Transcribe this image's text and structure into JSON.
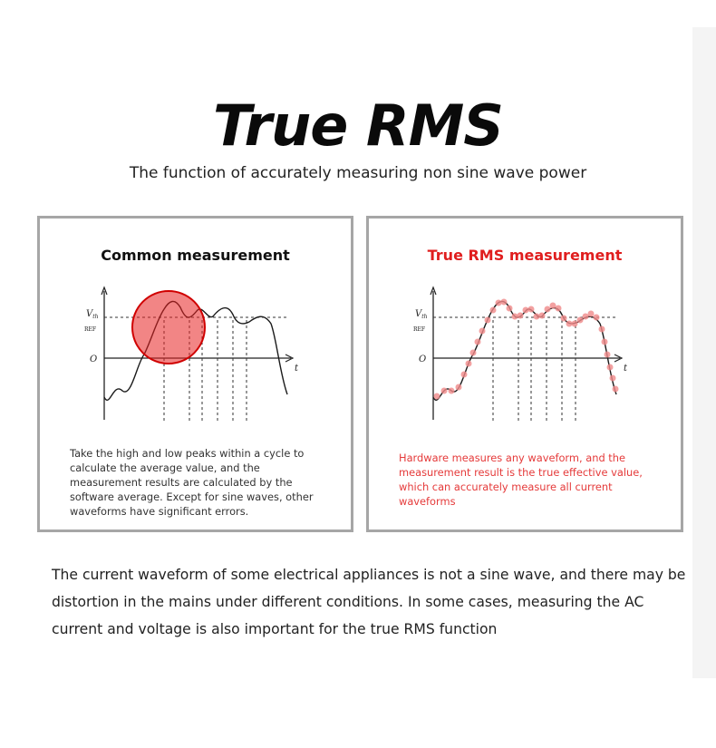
{
  "header": {
    "title": "True RMS",
    "subtitle": "The function of accurately measuring non sine wave power"
  },
  "panels": [
    {
      "title": "Common measurement",
      "description": "Take the high and low peaks within a cycle to calculate the average value, and the measurement results are calculated by the software average. Except for sine waves, other waveforms have significant errors.",
      "axis_labels": {
        "v": "V",
        "v_sub": "th",
        "ref": "REF",
        "origin": "O",
        "t": "t"
      },
      "highlight_color": "#e82020"
    },
    {
      "title": "True RMS measurement",
      "description": "Hardware measures any waveform, and the measurement result is the true effective value, which can accurately measure all current waveforms",
      "axis_labels": {
        "v": "V",
        "v_sub": "th",
        "ref": "REF",
        "origin": "O",
        "t": "t"
      },
      "highlight_color": "#f08a8a"
    }
  ],
  "footer": {
    "text": "The current waveform of some electrical appliances is not a sine wave, and there may be distortion in the mains under different conditions. In some cases, measuring the AC current and voltage is also important for the true RMS function"
  },
  "colors": {
    "accent_red": "#e01e1e",
    "panel_border": "#a6a6a6"
  }
}
